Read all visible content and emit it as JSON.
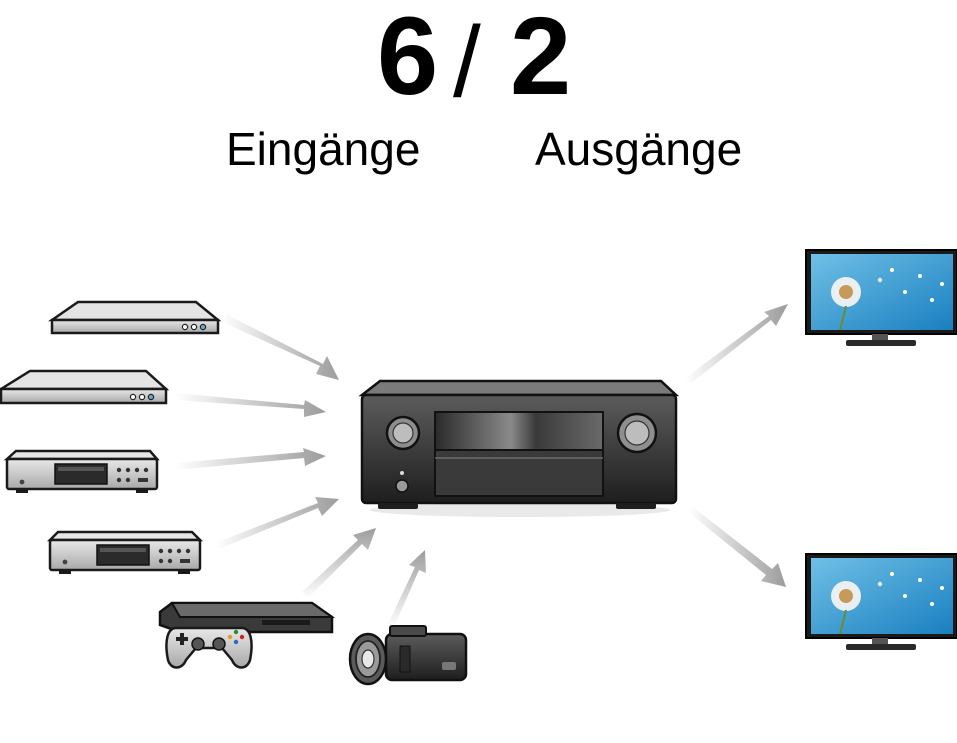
{
  "header": {
    "inputs_count": "6",
    "separator": "/",
    "outputs_count": "2",
    "inputs_label": "Eingänge",
    "outputs_label": "Ausgänge"
  },
  "diagram": {
    "inputs": [
      {
        "icon": "blu-ray-player-icon"
      },
      {
        "icon": "dvd-player-icon"
      },
      {
        "icon": "cd-player-icon"
      },
      {
        "icon": "media-player-icon"
      },
      {
        "icon": "game-console-icon"
      },
      {
        "icon": "camcorder-icon"
      }
    ],
    "hub": {
      "icon": "av-receiver-icon"
    },
    "outputs": [
      {
        "icon": "tv-icon"
      },
      {
        "icon": "tv-icon"
      }
    ],
    "arrow_color": "#9c9c9c"
  }
}
